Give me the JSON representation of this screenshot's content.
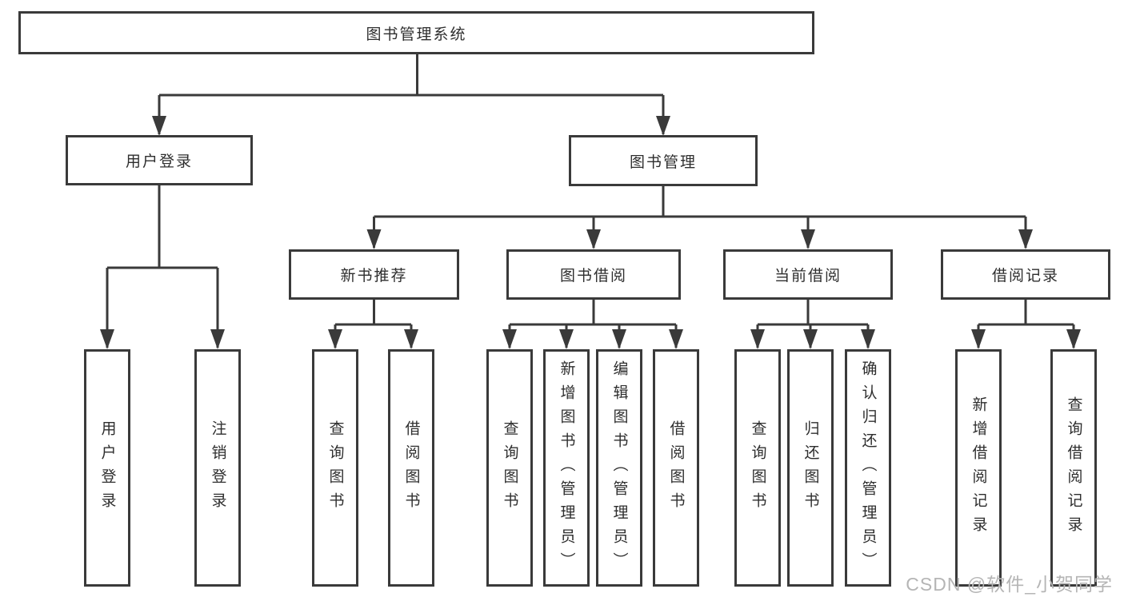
{
  "diagram": {
    "root": {
      "label": "图书管理系统"
    },
    "level2": [
      {
        "label": "用户登录"
      },
      {
        "label": "图书管理"
      }
    ],
    "level3": [
      {
        "label": "新书推荐"
      },
      {
        "label": "图书借阅"
      },
      {
        "label": "当前借阅"
      },
      {
        "label": "借阅记录"
      }
    ],
    "leaves": {
      "user_login": [
        "用户登录",
        "注销登录"
      ],
      "new_book": [
        "查询图书",
        "借阅图书"
      ],
      "book_borrow": [
        "查询图书",
        "新增图书（管理员）",
        "编辑图书（管理员）",
        "借阅图书"
      ],
      "current_borrow": [
        "查询图书",
        "归还图书",
        "确认归还（管理员）"
      ],
      "borrow_record": [
        "新增借阅记录",
        "查询借阅记录"
      ]
    }
  },
  "watermark": {
    "text": "CSDN @软件_小贺同学"
  },
  "colors": {
    "line": "#3a3a3a",
    "box_fill": "#ffffff",
    "text": "#2e2e2e",
    "watermark": "#b5b5b5"
  }
}
